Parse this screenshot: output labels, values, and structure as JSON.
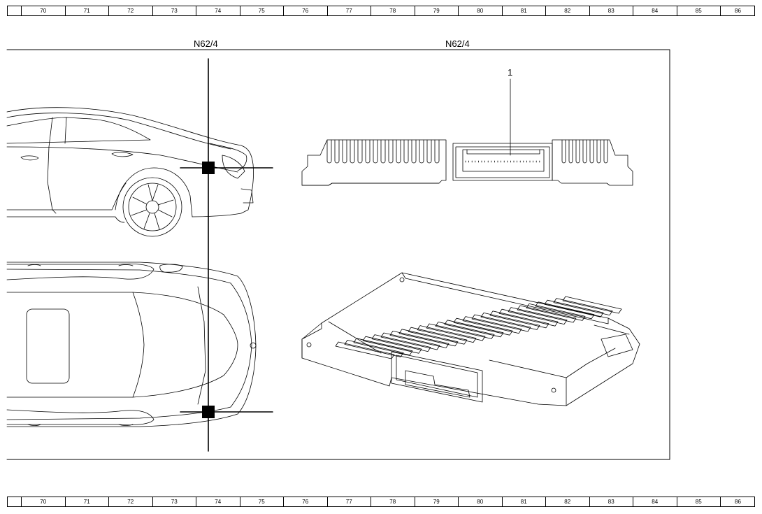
{
  "ruler": {
    "numbers": [
      "70",
      "71",
      "72",
      "73",
      "74",
      "75",
      "76",
      "77",
      "78",
      "79",
      "80",
      "81",
      "82",
      "83",
      "84",
      "85",
      "86"
    ]
  },
  "labels": {
    "location_title": "N62/4",
    "component_title": "N62/4",
    "callout_1": "1"
  },
  "colors": {
    "line": "#000000",
    "background": "#ffffff"
  }
}
